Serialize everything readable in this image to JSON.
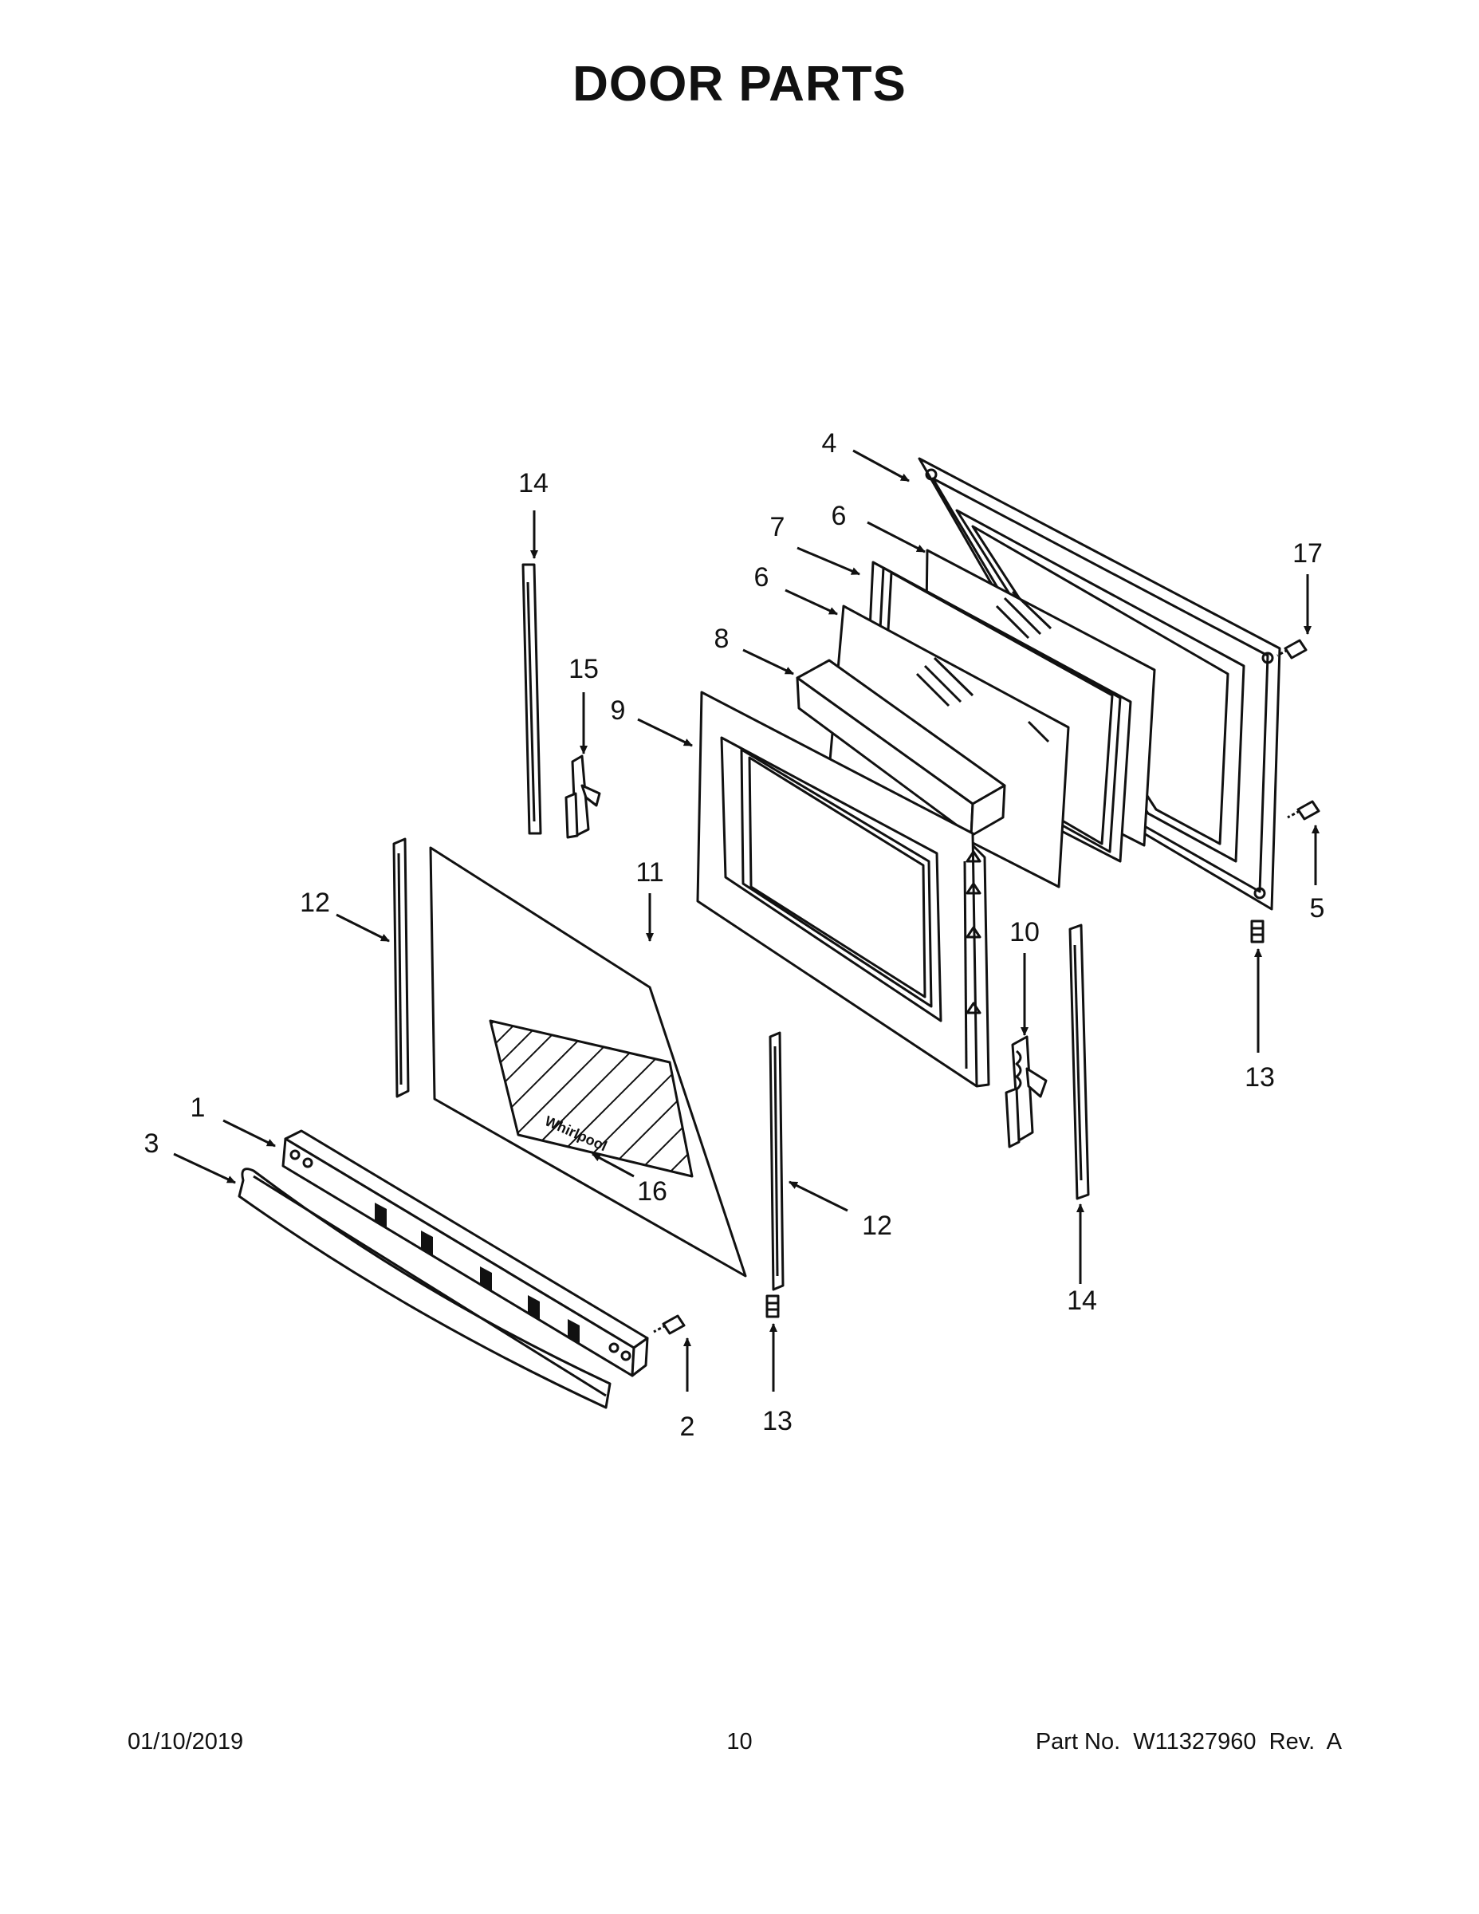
{
  "page": {
    "title": "DOOR PARTS",
    "date": "01/10/2019",
    "page_number": "10",
    "part_number": "Part No.  W11327960  Rev.  A"
  },
  "brand_logo_text": "Whirlpool",
  "callouts": [
    {
      "id": "c4",
      "text": "4"
    },
    {
      "id": "c6a",
      "text": "6"
    },
    {
      "id": "c7",
      "text": "7"
    },
    {
      "id": "c6b",
      "text": "6"
    },
    {
      "id": "c14a",
      "text": "14"
    },
    {
      "id": "c17",
      "text": "17"
    },
    {
      "id": "c15",
      "text": "15"
    },
    {
      "id": "c8",
      "text": "8"
    },
    {
      "id": "c9",
      "text": "9"
    },
    {
      "id": "c12a",
      "text": "12"
    },
    {
      "id": "c11",
      "text": "11"
    },
    {
      "id": "c5",
      "text": "5"
    },
    {
      "id": "c10",
      "text": "10"
    },
    {
      "id": "c13a",
      "text": "13"
    },
    {
      "id": "c1",
      "text": "1"
    },
    {
      "id": "c3",
      "text": "3"
    },
    {
      "id": "c16",
      "text": "16"
    },
    {
      "id": "c12b",
      "text": "12"
    },
    {
      "id": "c14b",
      "text": "14"
    },
    {
      "id": "c2",
      "text": "2"
    },
    {
      "id": "c13b",
      "text": "13"
    }
  ]
}
